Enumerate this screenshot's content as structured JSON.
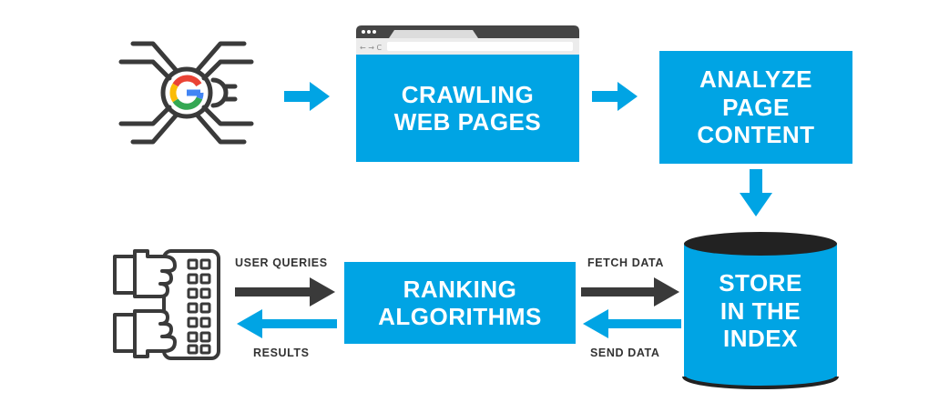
{
  "colors": {
    "accent": "#00a4e4",
    "dark": "#3a3a3a",
    "browser_bar": "#454545",
    "google_blue": "#4285f4",
    "google_red": "#ea4335",
    "google_yellow": "#fbbc05",
    "google_green": "#34a853"
  },
  "icons": {
    "crawler": "spider-bot-icon",
    "google": "google-g-icon",
    "browser": "browser-window-icon",
    "user": "hands-keyboard-icon",
    "index": "database-cylinder-icon"
  },
  "nodes": {
    "crawling": {
      "line1": "CRAWLING",
      "line2": "WEB PAGES"
    },
    "analyze": {
      "line1": "ANALYZE",
      "line2": "PAGE",
      "line3": "CONTENT"
    },
    "store": {
      "line1": "STORE",
      "line2": "IN THE",
      "line3": "INDEX"
    },
    "ranking": {
      "line1": "RANKING",
      "line2": "ALGORITHMS"
    }
  },
  "edges": {
    "user_queries": "USER QUERIES",
    "results": "RESULTS",
    "fetch_data": "FETCH DATA",
    "send_data": "SEND DATA"
  }
}
